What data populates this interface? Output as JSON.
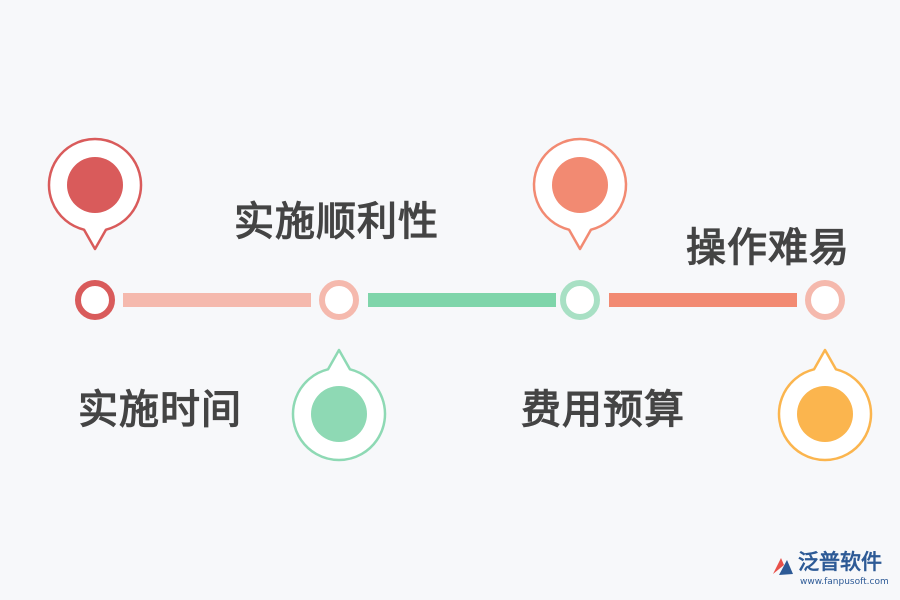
{
  "diagram": {
    "nodes": [
      {
        "label": "实施时间",
        "color": "#d95b5b",
        "soft": "#f5b9ad"
      },
      {
        "label": "实施顺利性",
        "color": "#8ed9b4",
        "soft": "#f5b9ad"
      },
      {
        "label": "费用预算",
        "color": "#f28a72",
        "soft": "#a8e0c4"
      },
      {
        "label": "操作难易",
        "color": "#fbb54e",
        "soft": "#f5b9ad"
      }
    ],
    "connectors": [
      {
        "color": "#f5b9ad"
      },
      {
        "color": "#7fd5aa"
      },
      {
        "color": "#f28a72"
      }
    ]
  },
  "logo": {
    "name": "泛普软件",
    "url": "www.fanpusoft.com",
    "color": "#2d5a96",
    "accent": "#e8514a"
  }
}
